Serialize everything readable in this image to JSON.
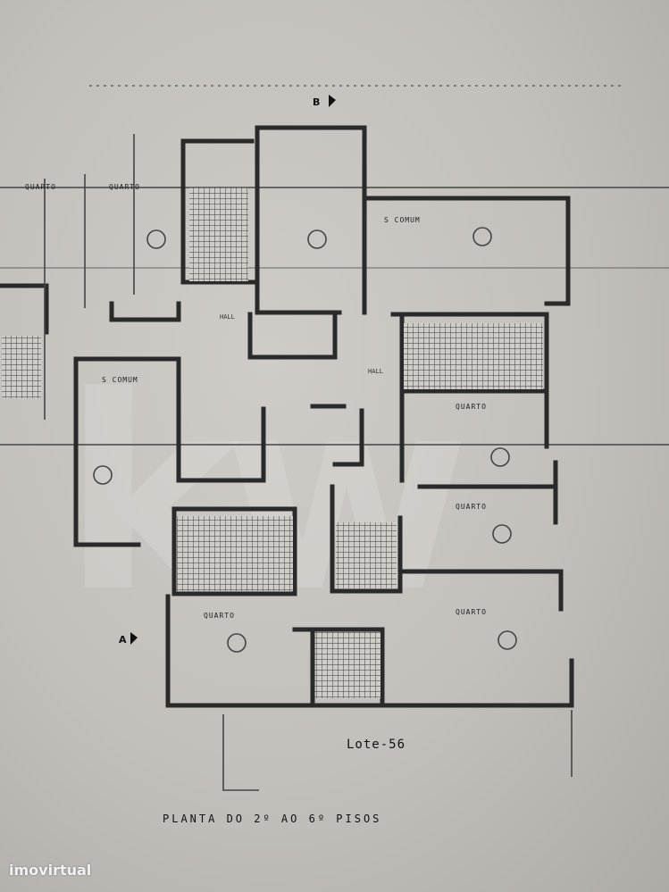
{
  "plan": {
    "title": "PLANTA DO 2º AO 6º PISOS",
    "lot": "Lote-56",
    "section_marks": [
      "B",
      "A"
    ],
    "rooms": [
      {
        "id": "quarto-1",
        "label": "QUARTO"
      },
      {
        "id": "quarto-2",
        "label": "QUARTO"
      },
      {
        "id": "quarto-3",
        "label": "QUARTO"
      },
      {
        "id": "quarto-4",
        "label": "QUARTO"
      },
      {
        "id": "quarto-5",
        "label": "QUARTO"
      },
      {
        "id": "quarto-6",
        "label": "QUARTO"
      },
      {
        "id": "sala-comum-1",
        "label": "S COMUM"
      },
      {
        "id": "sala-comum-2",
        "label": "S COMUM"
      },
      {
        "id": "hall-1",
        "label": "HALL"
      },
      {
        "id": "hall-2",
        "label": "HALL"
      }
    ]
  },
  "watermark": {
    "brand": "imovirtual",
    "logo_letters": "kw"
  },
  "colors": {
    "paper": "#c3c0bb",
    "ink": "#2a2a2a"
  }
}
